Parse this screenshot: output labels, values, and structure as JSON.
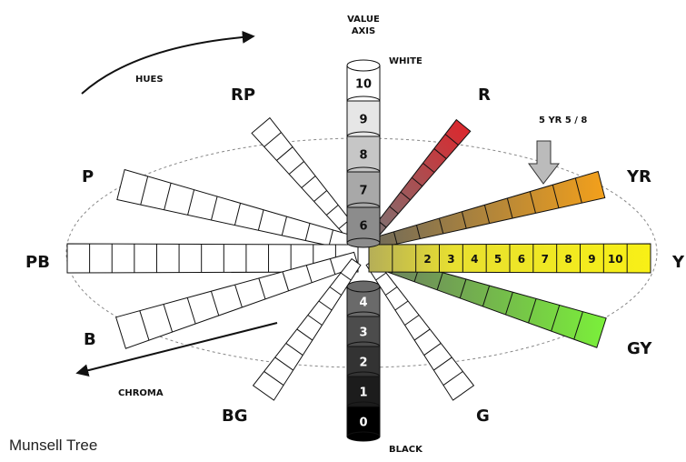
{
  "title": {
    "value_axis_line1": "VALUE",
    "value_axis_line2": "AXIS"
  },
  "labels": {
    "white": "WHITE",
    "black": "BLACK",
    "hues": "HUES",
    "chroma": "CHROMA",
    "sample": "5 YR 5 / 8"
  },
  "hues": {
    "R": "R",
    "YR": "YR",
    "Y": "Y",
    "GY": "GY",
    "G": "G",
    "BG": "BG",
    "B": "B",
    "PB": "PB",
    "P": "P",
    "RP": "RP"
  },
  "value_scale": {
    "upper": [
      "10",
      "9",
      "8",
      "7",
      "6"
    ],
    "lower": [
      "4",
      "3",
      "2",
      "1",
      "0"
    ]
  },
  "y_chroma_labels": [
    "2",
    "3",
    "4",
    "5",
    "6",
    "7",
    "8",
    "9",
    "10"
  ],
  "caption": "Munsell Tree",
  "colors": {
    "red": "#e0242a",
    "orange": "#f3a01b",
    "yellow": "#f8f016",
    "green": "#7bf03a",
    "ellipse": "#888888",
    "outline": "#111111"
  }
}
